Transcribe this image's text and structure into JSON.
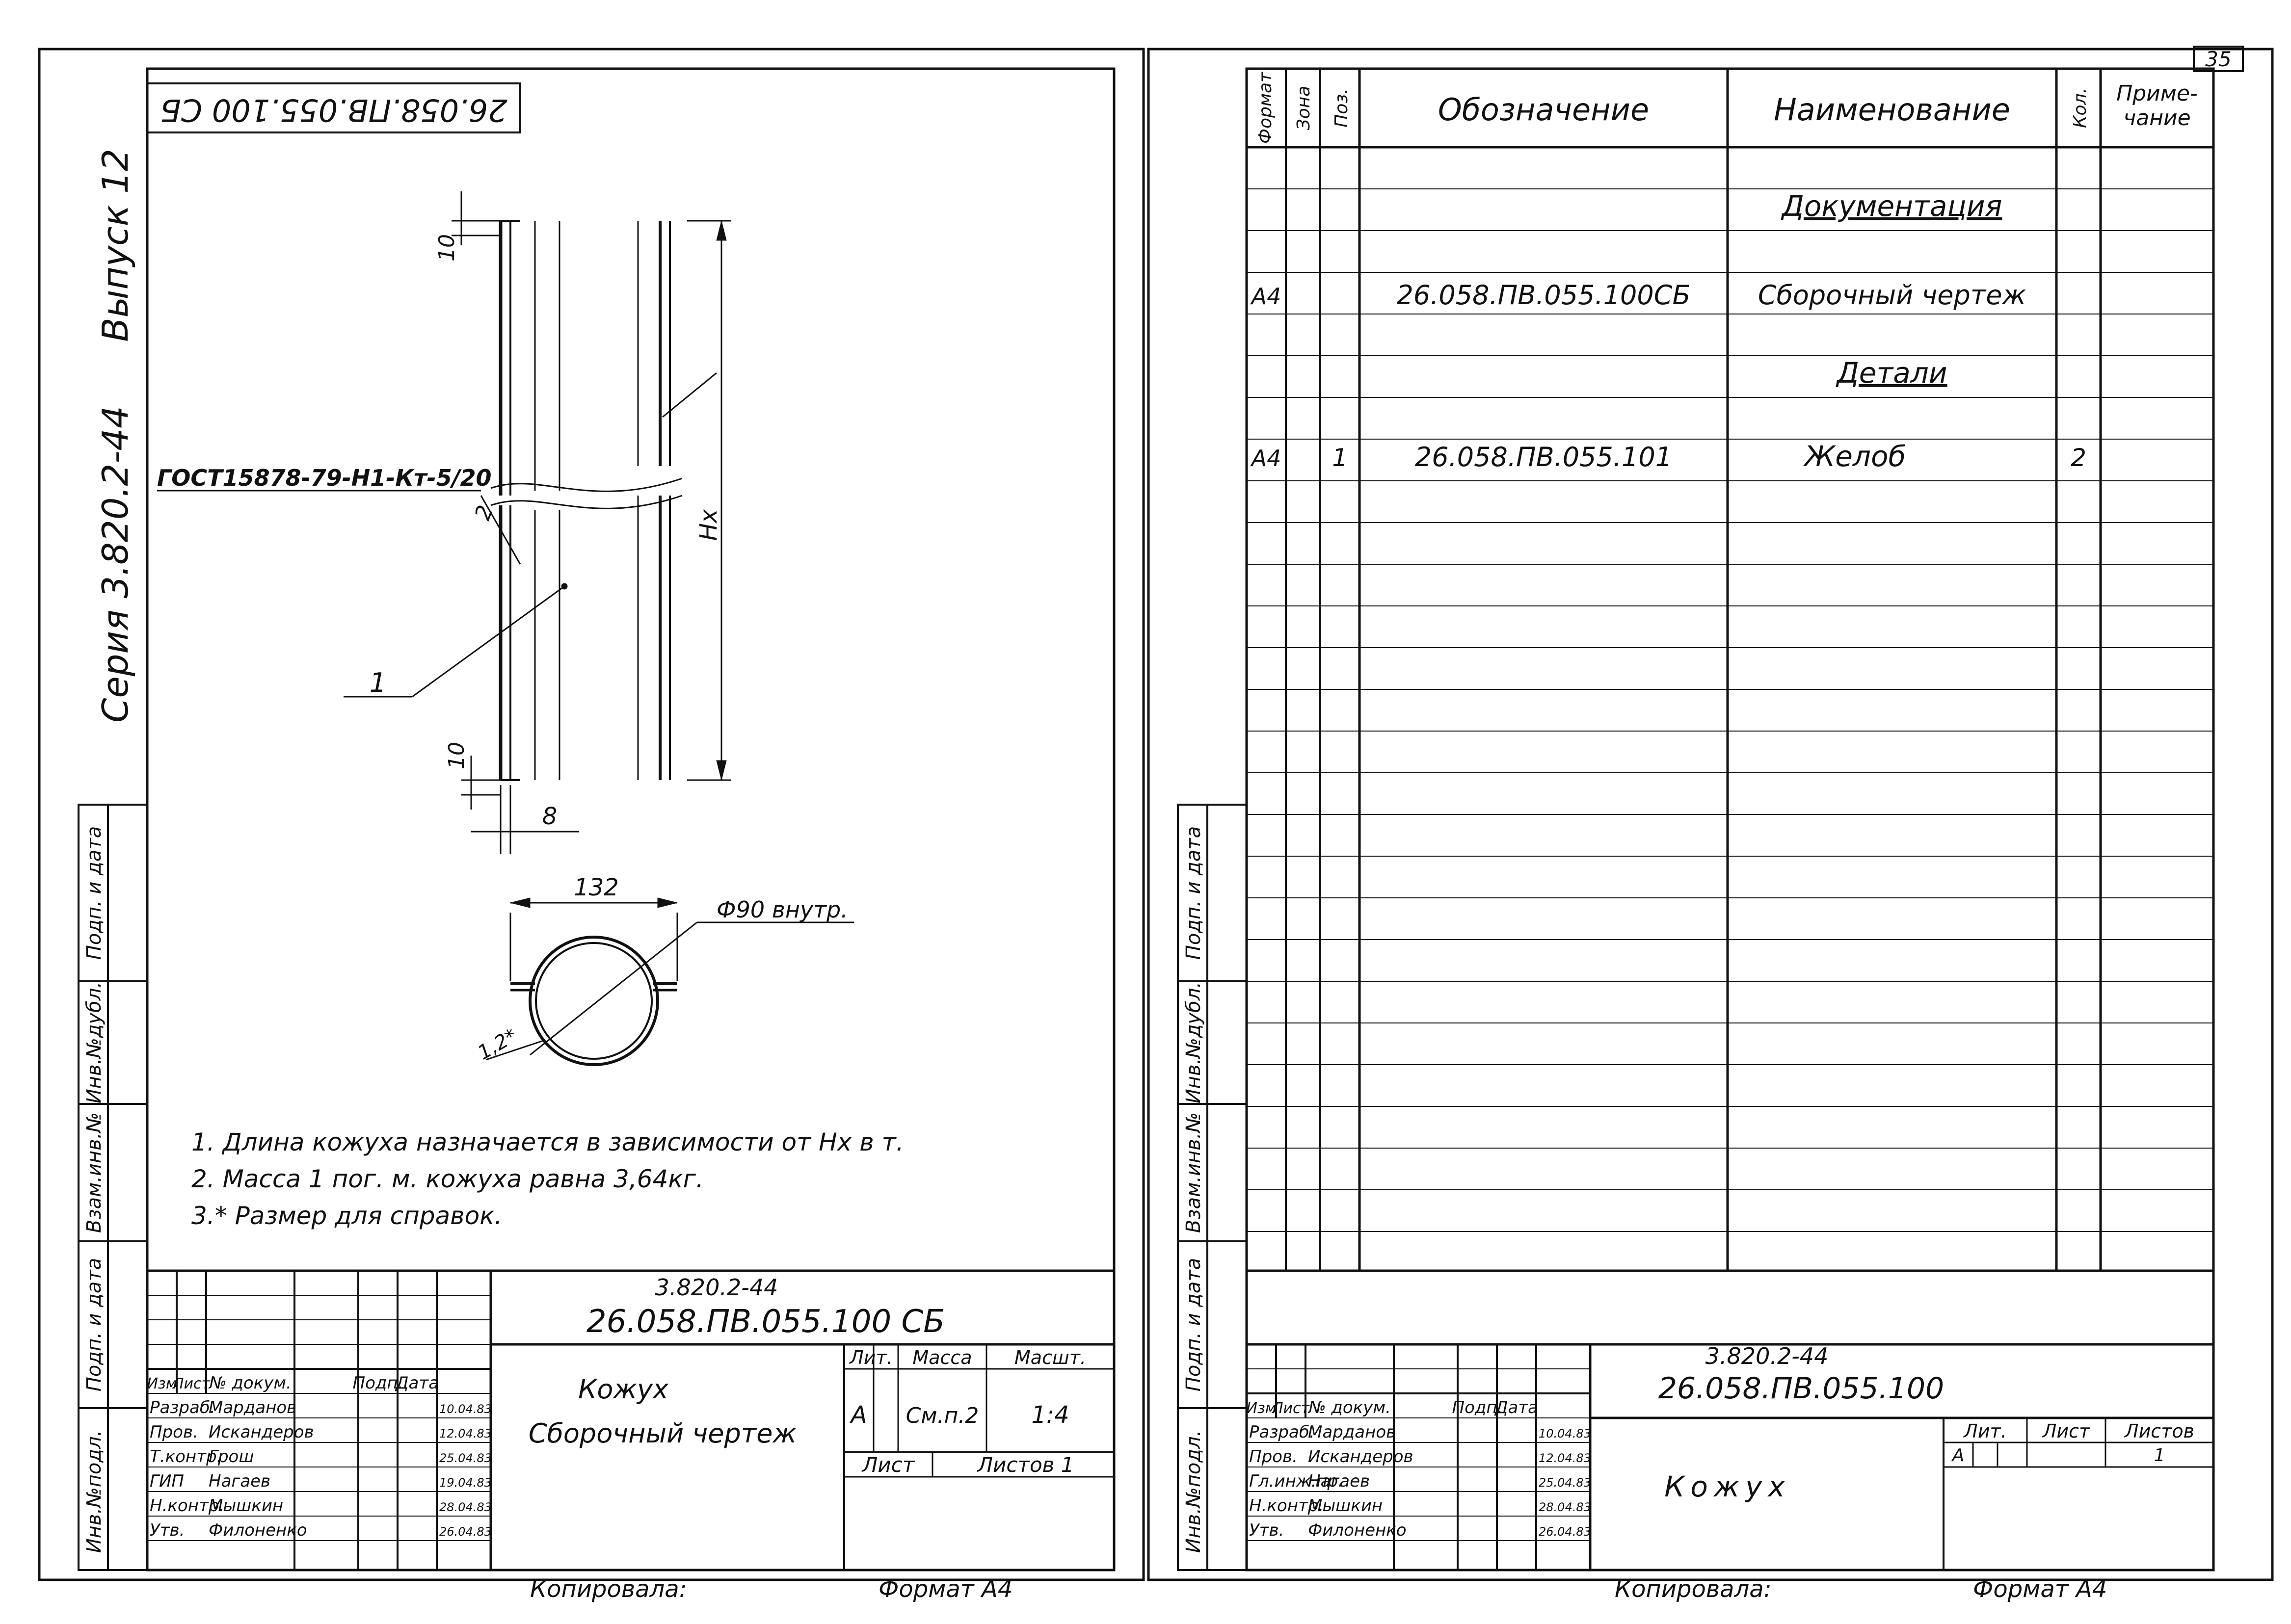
{
  "page_number": "35",
  "left_sheet": {
    "rotated_code": "26.058.ПВ.055.100 СБ",
    "side_series": "Серия 3.820.2-44",
    "side_issue": "Выпуск 12",
    "side_strip": [
      "Инв.№подл.",
      "Подп. и дата",
      "Взам.инв.№",
      "Инв.№дубл.",
      "Подп. и дата"
    ],
    "gost_label": "ГОСТ15878-79-Н1-Кт-5/20",
    "dim_top": "10",
    "dim_bottom": "10",
    "dim_width": "8",
    "dim_height": "Нх",
    "callout_1": "1",
    "callout_2": "2",
    "section_width": "132",
    "section_diameter": "Ф90 внутр.",
    "section_thickness": "1,2*",
    "notes": [
      "1. Длина кожуха назначается в зависимости от Нх в т.",
      "2. Масса 1 пог. м. кожуха равна   3,64кг.",
      "3.* Размер для  справок."
    ],
    "title_block": {
      "series": "3.820.2-44",
      "code": "26.058.ПВ.055.100 СБ",
      "name": "Кожух",
      "doc_type": "Сборочный чертеж",
      "head": [
        "Изм",
        "Лист",
        "№ докум.",
        "Подп.",
        "Дата"
      ],
      "roles": [
        "Разраб.",
        "Пров.",
        "Т.контр.",
        "ГИП",
        "Н.контр.",
        "Утв."
      ],
      "people": [
        "Марданов",
        "Искандеров",
        "Грош",
        "Нагаев",
        "Мышкин",
        "Филоненко"
      ],
      "dates": [
        "10.04.83",
        "12.04.83",
        "25.04.83",
        "19.04.83",
        "28.04.83",
        "26.04.83"
      ],
      "lit_label": "Лит.",
      "mass_label": "Масса",
      "scale_label": "Масшт.",
      "lit": "А",
      "mass": "См.п.2",
      "scale": "1:4",
      "sheet_label": "Лист",
      "sheets_label": "Листов 1"
    },
    "copied": "Копировала:",
    "format": "Формат А4"
  },
  "right_sheet": {
    "side_strip": [
      "Инв.№подл.",
      "Подп. и дата",
      "Взам.инв.№",
      "Инв.№дубл.",
      "Подп. и дата"
    ],
    "headers": {
      "format": "Формат",
      "zone": "Зона",
      "pos": "Поз.",
      "designation": "Обозначение",
      "name": "Наименование",
      "qty": "Кол.",
      "note": "Приме-\nчание"
    },
    "section_docs": "Документация",
    "section_parts": "Детали",
    "rows": [
      {
        "format": "А4",
        "pos": "",
        "designation": "26.058.ПВ.055.100СБ",
        "name": "Сборочный чертеж",
        "qty": ""
      },
      {
        "format": "А4",
        "pos": "1",
        "designation": "26.058.ПВ.055.101",
        "name": "Желоб",
        "qty": "2"
      }
    ],
    "title_block": {
      "series": "3.820.2-44",
      "code": "26.058.ПВ.055.100",
      "name": "Кожух",
      "head": [
        "Изм",
        "Лист",
        "№ докум.",
        "Подп.",
        "Дата"
      ],
      "roles": [
        "Разраб.",
        "Пров.",
        "Гл.инж.пр.",
        "Н.контр.",
        "Утв."
      ],
      "people": [
        "Марданов",
        "Искандеров",
        "Нагаев",
        "Мышкин",
        "Филоненко"
      ],
      "dates": [
        "10.04.83",
        "12.04.83",
        "25.04.83",
        "28.04.83",
        "26.04.83"
      ],
      "lit_label": "Лит.",
      "sheet_label": "Лист",
      "sheets_label": "Листов",
      "lit": "А",
      "sheets": "1"
    },
    "copied": "Копировала:",
    "format": "Формат А4"
  }
}
